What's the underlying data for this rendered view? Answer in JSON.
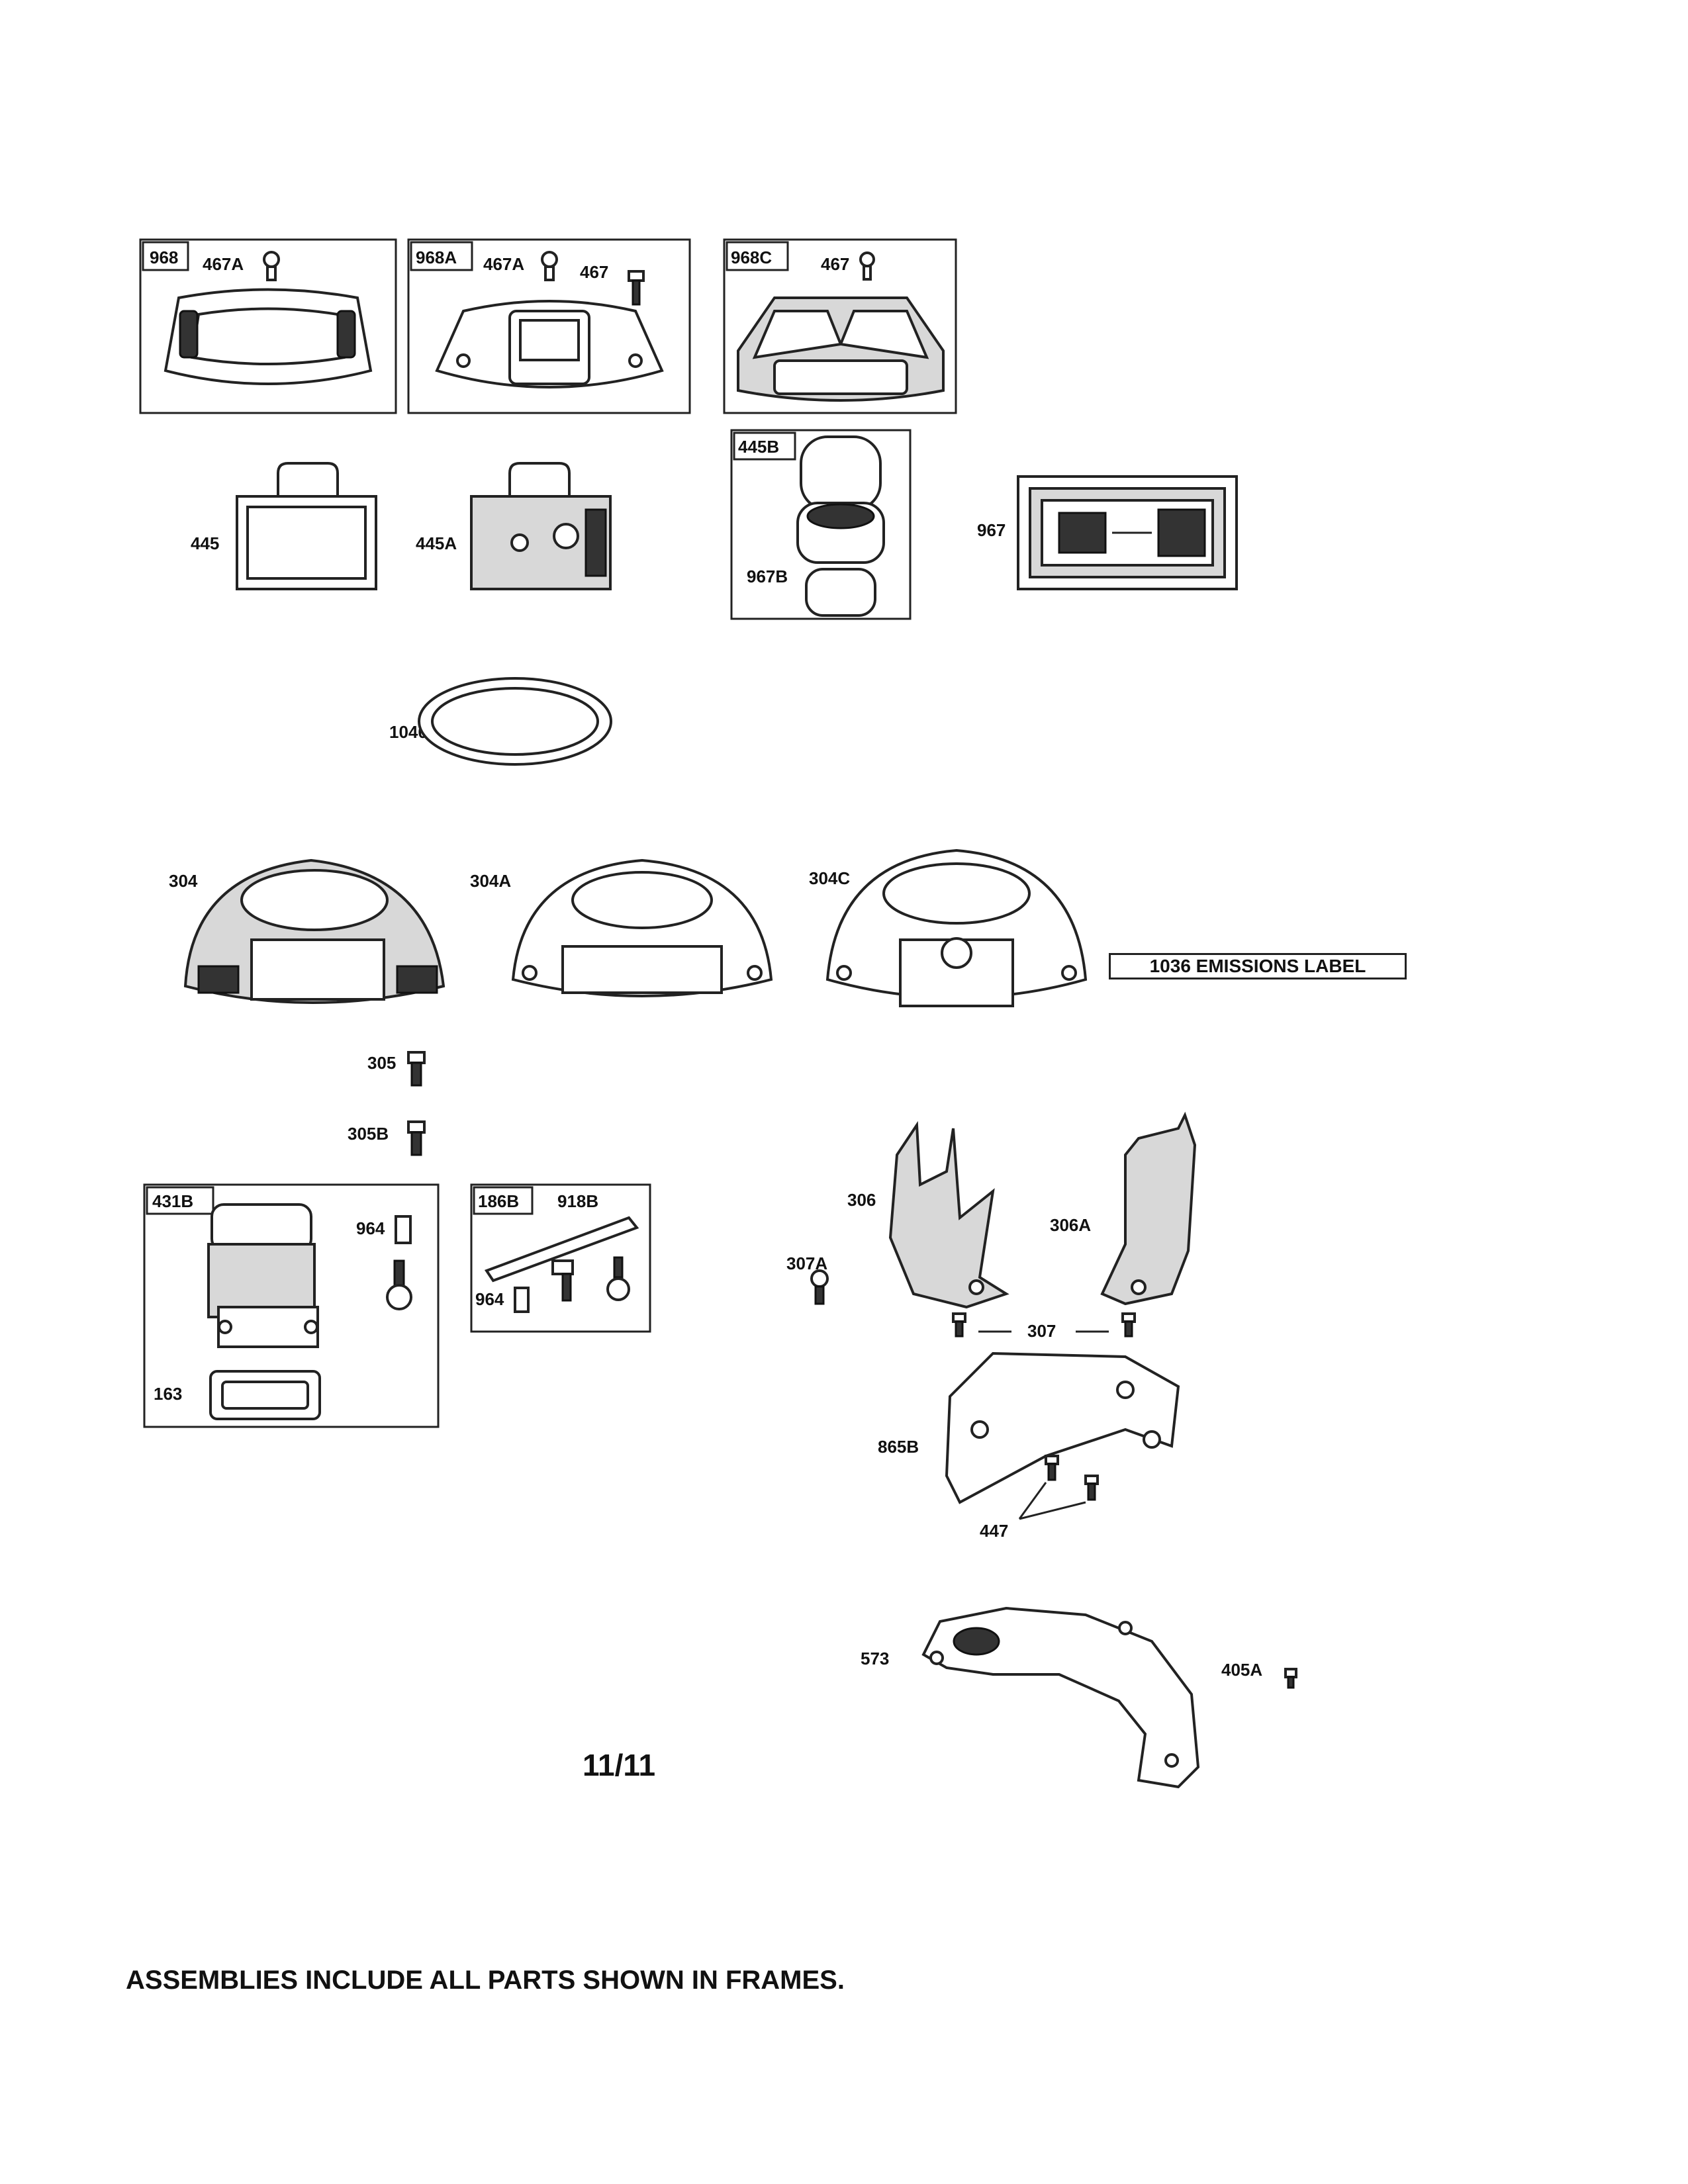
{
  "frames": {
    "f968": {
      "id": "968",
      "parts": [
        "467A"
      ]
    },
    "f968A": {
      "id": "968A",
      "parts": [
        "467A",
        "467"
      ]
    },
    "f968C": {
      "id": "968C",
      "parts": [
        "467"
      ]
    },
    "f445B": {
      "id": "445B",
      "parts": [
        "967B"
      ]
    },
    "f431B": {
      "id": "431B",
      "parts": [
        "964",
        "163"
      ]
    },
    "f186B": {
      "id": "186B",
      "parts": [
        "918B",
        "964"
      ]
    }
  },
  "parts": {
    "p445": "445",
    "p445A": "445A",
    "p967": "967",
    "p1040": "1040",
    "p304": "304",
    "p304A": "304A",
    "p304C": "304C",
    "p305": "305",
    "p305B": "305B",
    "p306": "306",
    "p306A": "306A",
    "p307A": "307A",
    "p307": "307",
    "p865B": "865B",
    "p447": "447",
    "p573": "573",
    "p405A": "405A"
  },
  "emissions_label": "1036 EMISSIONS LABEL",
  "page_number": "11/11",
  "footer_note": "ASSEMBLIES INCLUDE ALL PARTS SHOWN IN FRAMES."
}
